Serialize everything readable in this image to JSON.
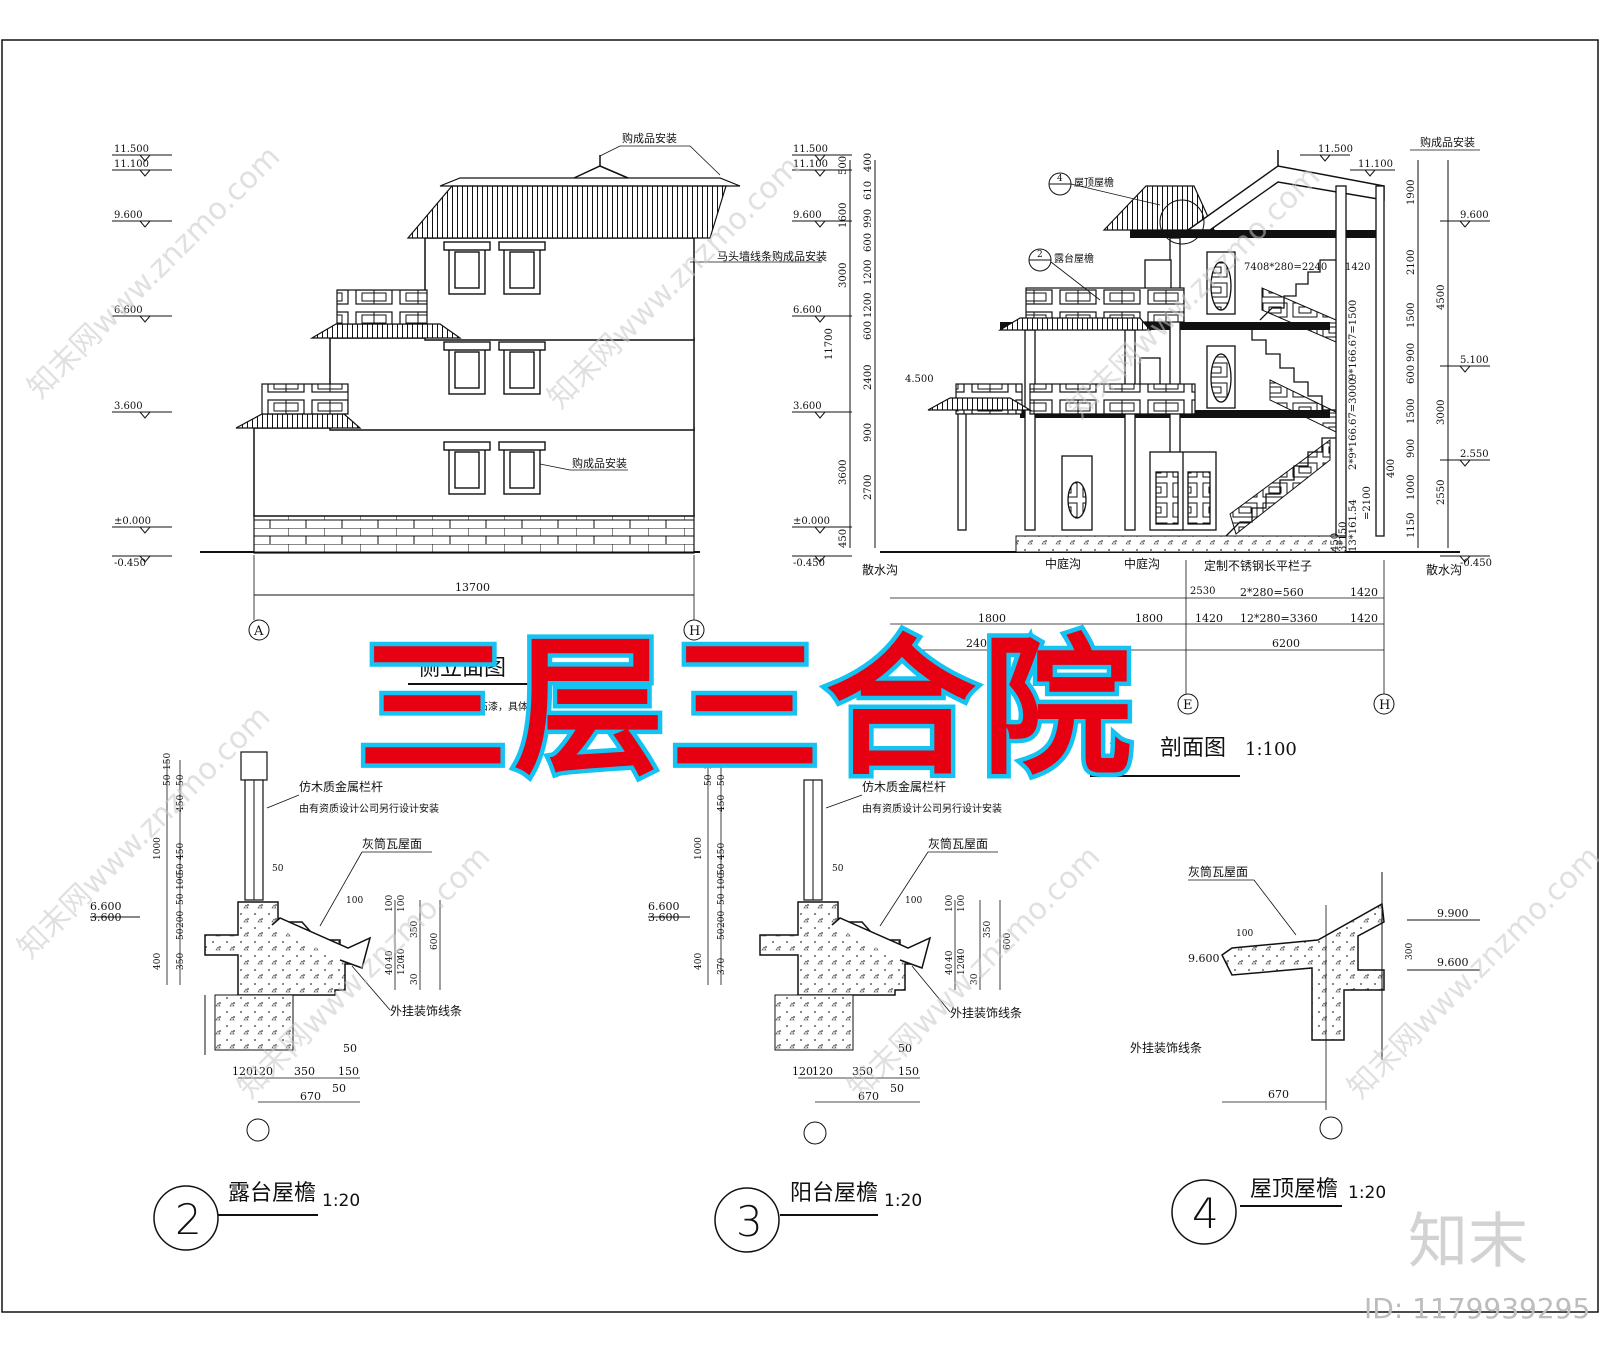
{
  "title": "三层三合院",
  "brand": "知末",
  "id_label": "ID: 1179939295",
  "watermark": "知末网www.znzmo.com",
  "side_elevation": {
    "title": "侧立面图",
    "note": "注：外立面为真石漆，具体",
    "levels": [
      "11.500",
      "11.100",
      "9.600",
      "6.600",
      "3.600",
      "±0.000",
      "-0.450"
    ],
    "callouts": [
      "购成品安装",
      "马头墙线条购成品安装",
      "购成品安装"
    ],
    "total_dim": "13700",
    "axis_left": "A",
    "axis_right": "H"
  },
  "section": {
    "title": "剖面图",
    "scale": "1:100",
    "levels_left": [
      "11.500",
      "11.100",
      "9.600",
      "6.600",
      "4.500",
      "3.600",
      "±0.000",
      "-0.450"
    ],
    "levels_right": [
      "11.500",
      "11.100",
      "9.600",
      "5.100",
      "2.550",
      "-0.450"
    ],
    "left_dims": [
      "500",
      "1600",
      "3000",
      "11700",
      "3600",
      "450"
    ],
    "left_dims2": [
      "400",
      "610",
      "990",
      "600",
      "1200",
      "1200",
      "600",
      "2400",
      "900",
      "2700"
    ],
    "right_dims": [
      "1900",
      "2100",
      "4500",
      "1500",
      "900",
      "600",
      "1500",
      "3000",
      "900",
      "1000",
      "2550",
      "1150",
      "400"
    ],
    "stair_dims": [
      "740",
      "8*280=2240",
      "1420",
      "9*166.67=1500",
      "2*9*166.67=3000",
      "13*161.54",
      "=2100",
      "450",
      "3*150"
    ],
    "bottom_dims": [
      "1800",
      "1800",
      "1420",
      "2*280=560",
      "1420",
      "12*280=3360",
      "1420",
      "6200",
      "2400"
    ],
    "labels": [
      "散水沟",
      "中庭沟",
      "中庭沟",
      "定制不锈钢长平栏子",
      "散水沟",
      "2530"
    ],
    "callouts": [
      "购成品安装",
      "屋顶屋檐",
      "露台屋檐"
    ],
    "callout_nums": [
      "4",
      "2"
    ],
    "axis_e": "E",
    "axis_h": "H"
  },
  "details": [
    {
      "num": "2",
      "title": "露台屋檐",
      "scale": "1:20",
      "notes": [
        "仿木质金属栏杆",
        "由有资质设计公司另行设计安装",
        "灰筒瓦屋面",
        "外挂装饰线条"
      ],
      "levels": [
        "6.600",
        "3.600"
      ],
      "dims_v": [
        "150",
        "50",
        "50",
        "450",
        "1000",
        "450",
        "50",
        "100",
        "50",
        "200",
        "50",
        "350",
        "400"
      ],
      "dims_h": [
        "120",
        "120",
        "350",
        "50",
        "150",
        "50",
        "670"
      ],
      "dims_right": [
        "600",
        "350",
        "100",
        "100",
        "40",
        "120",
        "30",
        "40",
        "40"
      ],
      "d100": "100",
      "d50": "50"
    },
    {
      "num": "3",
      "title": "阳台屋檐",
      "scale": "1:20",
      "notes": [
        "仿木质金属栏杆",
        "由有资质设计公司另行设计安装",
        "灰筒瓦屋面",
        "外挂装饰线条"
      ],
      "levels": [
        "6.600",
        "3.600"
      ],
      "dims_v": [
        "150",
        "50",
        "50",
        "450",
        "1000",
        "450",
        "50",
        "100",
        "50",
        "200",
        "50",
        "370",
        "400"
      ],
      "dims_h": [
        "120",
        "120",
        "350",
        "50",
        "150",
        "50",
        "670"
      ],
      "dims_right": [
        "600",
        "350",
        "100",
        "100",
        "40",
        "120",
        "30",
        "40",
        "40"
      ],
      "d100": "100",
      "d50": "50"
    },
    {
      "num": "4",
      "title": "屋顶屋檐",
      "scale": "1:20",
      "notes": [
        "灰筒瓦屋面",
        "外挂装饰线条"
      ],
      "levels": [
        "9.900",
        "9.600",
        "9.600"
      ],
      "dims": [
        "100",
        "300",
        "670"
      ]
    }
  ]
}
